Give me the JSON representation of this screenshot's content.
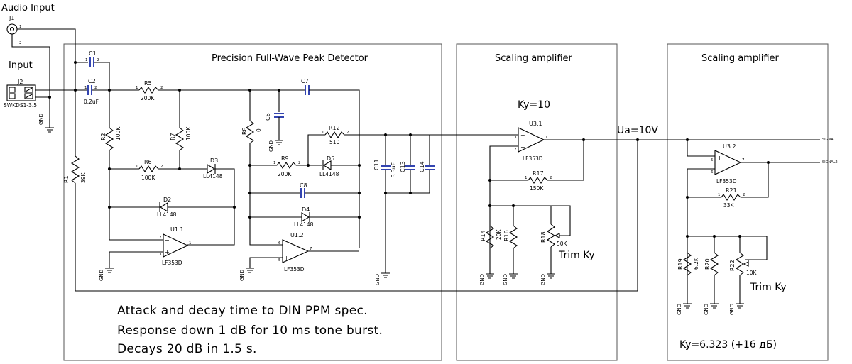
{
  "blocks": {
    "peak_detector_title": "Precision Full-Wave Peak Detector",
    "scaling_amp_1_title": "Scaling amplifier",
    "scaling_amp_2_title": "Scaling amplifier"
  },
  "inputs": {
    "audio_input_label": "Audio Input",
    "audio_connector_ref": "J1",
    "input_label": "Input",
    "input_connector_ref": "J2",
    "input_connector_part": "SWKDS1-3.5"
  },
  "components": {
    "C1": {
      "ref": "C1"
    },
    "C2": {
      "ref": "C2",
      "value": "0.2uF"
    },
    "C6": {
      "ref": "C6"
    },
    "C7": {
      "ref": "C7"
    },
    "C8": {
      "ref": "C8"
    },
    "C11": {
      "ref": "C11",
      "value": "3.3uF"
    },
    "C13": {
      "ref": "C13"
    },
    "C14": {
      "ref": "C14"
    },
    "R1": {
      "ref": "R1",
      "value": "39K"
    },
    "R2": {
      "ref": "R2",
      "value": "100K"
    },
    "R5": {
      "ref": "R5",
      "value": "200K"
    },
    "R6": {
      "ref": "R6",
      "value": "100K"
    },
    "R7": {
      "ref": "R7",
      "value": "100K"
    },
    "R8": {
      "ref": "R8",
      "value": "0"
    },
    "R9": {
      "ref": "R9",
      "value": "200K"
    },
    "R12": {
      "ref": "R12",
      "value": "510"
    },
    "R14": {
      "ref": "R14",
      "value": "20K"
    },
    "R16": {
      "ref": "R16"
    },
    "R17": {
      "ref": "R17",
      "value": "150K"
    },
    "R18": {
      "ref": "R18",
      "value": "50K"
    },
    "R19": {
      "ref": "R19",
      "value": "6.2K"
    },
    "R20": {
      "ref": "R20"
    },
    "R21": {
      "ref": "R21",
      "value": "33K"
    },
    "R22": {
      "ref": "R22",
      "value": "10K"
    },
    "D2": {
      "ref": "D2",
      "value": "LL4148"
    },
    "D3": {
      "ref": "D3",
      "value": "LL4148"
    },
    "D4": {
      "ref": "D4",
      "value": "LL4148"
    },
    "D5": {
      "ref": "D5",
      "value": "LL4148"
    },
    "U1_1": {
      "ref": "U1.1",
      "value": "LF353D"
    },
    "U1_2": {
      "ref": "U1.2",
      "value": "LF353D"
    },
    "U3_1": {
      "ref": "U3.1",
      "value": "LF353D"
    },
    "U3_2": {
      "ref": "U3.2",
      "value": "LF353D"
    }
  },
  "labels": {
    "gnd": "GND",
    "ky_1": "Ky=10",
    "ua": "Ua=10V",
    "trim_ky_1": "Trim Ky",
    "trim_ky_2": "Trim Ky",
    "ky_2": "Ky=6.323 (+16 дБ)",
    "signal_out_1": "SIGNAL",
    "signal_out_2": "SIGNAL2"
  },
  "notes": {
    "line1": "Attack and decay time to DIN PPM spec.",
    "line2": "Response down 1 dB for 10 ms tone burst.",
    "line3": "Decays 20 dB in 1.5 s."
  },
  "colors": {
    "wire": "#000000",
    "capacitor": "#1c2fa8",
    "block_border": "#555555"
  }
}
